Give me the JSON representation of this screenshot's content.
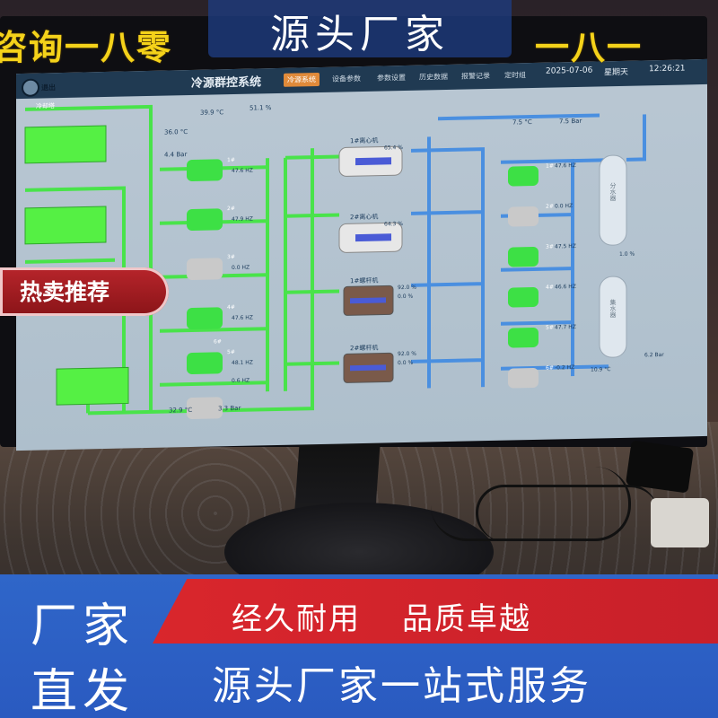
{
  "banner": {
    "main_title": "源头厂家",
    "left_text": "咨询一八零",
    "right_text": "一八一"
  },
  "app": {
    "title": "冷源群控系统",
    "exit_label": "退出",
    "tabs": [
      {
        "label": "冷源系统",
        "active": true
      },
      {
        "label": "设备参数",
        "active": false
      },
      {
        "label": "参数设置",
        "active": false
      },
      {
        "label": "历史数据",
        "active": false
      },
      {
        "label": "报警记录",
        "active": false
      },
      {
        "label": "定时组",
        "active": false
      }
    ],
    "date": "2025-07-06",
    "weekday": "星期天",
    "time": "12:26:21"
  },
  "diagram": {
    "cooling_tower_label": "冷却塔",
    "top_left_temp": "39.9 °C",
    "top_mid_temp": "51.1 %",
    "left_box_1_value": "36.0 °C",
    "left_box_2_value": "4.4 Bar",
    "bottom_left_temp": "32.9 °C",
    "bottom_left_press": "3.3 Bar",
    "pumps_left": [
      {
        "label": "1#",
        "value": "47.6 HZ"
      },
      {
        "label": "2#",
        "value": "47.9 HZ"
      },
      {
        "label": "3#",
        "value": "0.0 HZ"
      },
      {
        "label": "4#",
        "value": "47.6 HZ"
      },
      {
        "label": "5#",
        "value": "48.1 HZ"
      },
      {
        "label": "6#",
        "value": "0.6 HZ"
      }
    ],
    "chillers": [
      {
        "label": "1#离心机",
        "value": "65.4 %"
      },
      {
        "label": "2#离心机",
        "value": "64.3 %"
      },
      {
        "label": "1#螺杆机",
        "value": "92.0 %",
        "value2": "0.0 %"
      },
      {
        "label": "2#螺杆机",
        "value": "92.0 %",
        "value2": "0.0 %"
      }
    ],
    "right_top_temp": "7.5 °C",
    "right_top_press": "7.5 Bar",
    "pumps_right": [
      {
        "label": "1#",
        "value": "47.6 HZ"
      },
      {
        "label": "2#",
        "value": "0.0 HZ"
      },
      {
        "label": "3#",
        "value": "47.5 HZ"
      },
      {
        "label": "4#",
        "value": "46.6 HZ"
      },
      {
        "label": "5#",
        "value": "47.7 HZ"
      },
      {
        "label": "6#",
        "value": "-0.2 HZ"
      }
    ],
    "splitter_label": "分水器",
    "collector_label": "集水器",
    "splitter_value": "1.0 %",
    "right_bottom_temp": "10.9 °C",
    "right_bottom_press": "6.2 Bar"
  },
  "promo": {
    "tag": "热卖推荐"
  },
  "bottom": {
    "left_line1": "厂家",
    "left_line2": "直发",
    "slogan1": "经久耐用",
    "slogan2": "品质卓越",
    "slogan3": "源头厂家一站式服务"
  },
  "colors": {
    "pipe_green": "#49e34a",
    "pipe_blue": "#4a8fe0",
    "topbar": "#203a52",
    "accent_orange": "#e08a3a",
    "banner_blue": "#2f66c9",
    "banner_red": "#d9262c",
    "banner_yellow": "#f4d21a"
  }
}
